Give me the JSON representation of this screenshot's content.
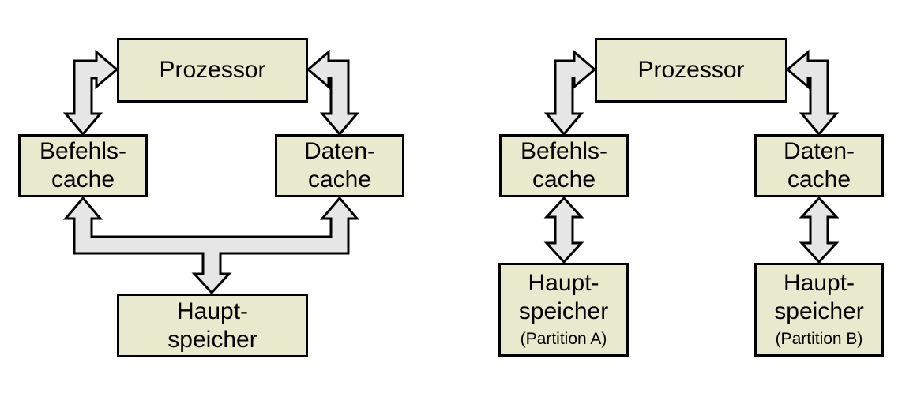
{
  "colors": {
    "background": "#ffffff",
    "box_fill": "#e9e9cd",
    "box_border": "#000000",
    "arrow_fill": "#e6e6e6",
    "arrow_outline": "#000000",
    "text_color": "#000000"
  },
  "diagram_left": {
    "processor": {
      "label": "Prozessor"
    },
    "instruction_cache": {
      "line1": "Befehls-",
      "line2": "cache"
    },
    "data_cache": {
      "line1": "Daten-",
      "line2": "cache"
    },
    "main_memory": {
      "line1": "Haupt-",
      "line2": "speicher"
    }
  },
  "diagram_right": {
    "processor": {
      "label": "Prozessor"
    },
    "instruction_cache": {
      "line1": "Befehls-",
      "line2": "cache"
    },
    "data_cache": {
      "line1": "Daten-",
      "line2": "cache"
    },
    "main_memory_a": {
      "line1": "Haupt-",
      "line2": "speicher",
      "note": "(Partition A)"
    },
    "main_memory_b": {
      "line1": "Haupt-",
      "line2": "speicher",
      "note": "(Partition B)"
    }
  }
}
